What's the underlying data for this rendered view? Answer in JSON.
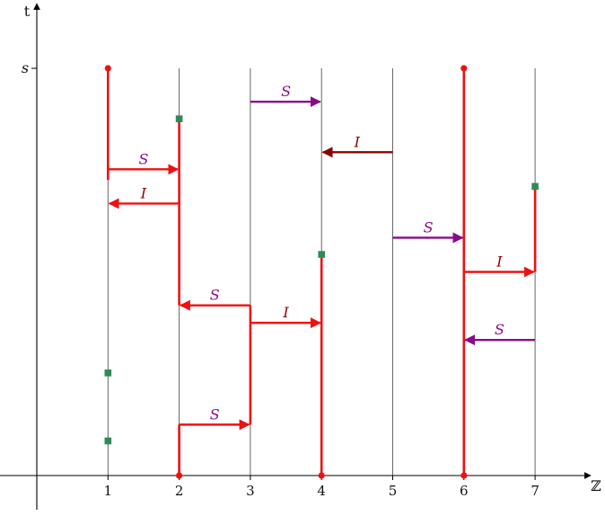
{
  "colors": {
    "infection": "#ee1111",
    "susceptible_arrow": "#8a0a8a",
    "infection_arrow_dark": "#8b0000",
    "recovery_marker": "#2e8b57",
    "grid": "#555555",
    "axis": "#000000"
  },
  "axes": {
    "x_label": "ℤ",
    "y_label": "t",
    "s_label": "s",
    "x_ticks": [
      "1",
      "2",
      "3",
      "4",
      "5",
      "6",
      "7"
    ]
  },
  "lines": [
    1,
    2,
    3,
    4,
    5,
    6,
    7
  ],
  "red_segments": [
    {
      "x": 1,
      "t_from": 0.726,
      "t_to": 1.0
    },
    {
      "x": 2,
      "t_from": 0.418,
      "t_to": 0.876
    },
    {
      "x": 2,
      "t_from": 0.0,
      "t_to": 0.125
    },
    {
      "x": 3,
      "t_from": 0.375,
      "t_to": 0.418
    },
    {
      "x": 3,
      "t_from": 0.125,
      "t_to": 0.375
    },
    {
      "x": 4,
      "t_from": 0.0,
      "t_to": 0.543
    },
    {
      "x": 6,
      "t_from": 0.0,
      "t_to": 1.0
    },
    {
      "x": 7,
      "t_from": 0.5,
      "t_to": 0.71
    }
  ],
  "events": [
    {
      "kind": "S",
      "from": 1,
      "to": 2,
      "t": 0.752,
      "color": "red",
      "label": "S"
    },
    {
      "kind": "I",
      "from": 2,
      "to": 1,
      "t": 0.668,
      "color": "red",
      "label": "I"
    },
    {
      "kind": "S",
      "from": 3,
      "to": 4,
      "t": 0.918,
      "color": "purple",
      "label": "S"
    },
    {
      "kind": "I",
      "from": 5,
      "to": 4,
      "t": 0.794,
      "color": "darkred",
      "label": "I"
    },
    {
      "kind": "S",
      "from": 5,
      "to": 6,
      "t": 0.584,
      "color": "purple",
      "label": "S"
    },
    {
      "kind": "I",
      "from": 6,
      "to": 7,
      "t": 0.5,
      "color": "red",
      "label": "I"
    },
    {
      "kind": "S",
      "from": 3,
      "to": 2,
      "t": 0.418,
      "color": "red",
      "label": "S"
    },
    {
      "kind": "I",
      "from": 3,
      "to": 4,
      "t": 0.375,
      "color": "red",
      "label": "I"
    },
    {
      "kind": "S",
      "from": 7,
      "to": 6,
      "t": 0.333,
      "color": "purple",
      "label": "S"
    },
    {
      "kind": "S",
      "from": 2,
      "to": 3,
      "t": 0.125,
      "color": "red",
      "label": "S"
    }
  ],
  "start_dots": [
    {
      "x": 1,
      "t": 1.0
    },
    {
      "x": 6,
      "t": 1.0
    },
    {
      "x": 2,
      "t": 0.0
    },
    {
      "x": 4,
      "t": 0.0
    },
    {
      "x": 6,
      "t": 0.0
    }
  ],
  "recoveries": [
    {
      "x": 2,
      "t": 0.876
    },
    {
      "x": 7,
      "t": 0.71
    },
    {
      "x": 4,
      "t": 0.543
    },
    {
      "x": 1,
      "t": 0.252
    },
    {
      "x": 1,
      "t": 0.085
    }
  ]
}
